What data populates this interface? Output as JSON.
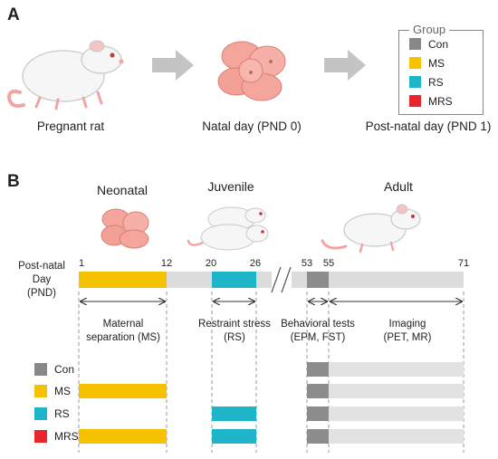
{
  "panel_a": {
    "letter": "A",
    "captions": [
      "Pregnant rat",
      "Natal day (PND 0)",
      "Post-natal day (PND 1)"
    ],
    "legend": {
      "title": "Group",
      "items": [
        {
          "label": "Con",
          "color": "#888888"
        },
        {
          "label": "MS",
          "color": "#f6c200"
        },
        {
          "label": "RS",
          "color": "#1fb5c9"
        },
        {
          "label": "MRS",
          "color": "#e8262b"
        }
      ]
    }
  },
  "panel_b": {
    "letter": "B",
    "stages": [
      "Neonatal",
      "Juvenile",
      "Adult"
    ],
    "axis_label": [
      "Post-natal",
      "Day",
      "(PND)"
    ],
    "ticks": [
      "1",
      "12",
      "20",
      "26",
      "53",
      "55",
      "71"
    ],
    "periods": [
      {
        "line1": "Maternal",
        "line2": "separation (MS)"
      },
      {
        "line1": "Restraint stress",
        "line2": "(RS)"
      },
      {
        "line1": "Behavioral tests",
        "line2": "(EPM, FST)"
      },
      {
        "line1": "Imaging",
        "line2": "(PET, MR)"
      }
    ],
    "groups": [
      {
        "label": "Con",
        "color": "#888888",
        "ms": false,
        "rs": false
      },
      {
        "label": "MS",
        "color": "#f6c200",
        "ms": true,
        "rs": false
      },
      {
        "label": "RS",
        "color": "#1fb5c9",
        "ms": false,
        "rs": true
      },
      {
        "label": "MRS",
        "color": "#e8262b",
        "ms": true,
        "rs": true
      }
    ],
    "colors": {
      "ms": "#f6c200",
      "rs": "#1fb5c9",
      "test": "#8c8c8c",
      "rest": "#dcdcdc"
    }
  }
}
